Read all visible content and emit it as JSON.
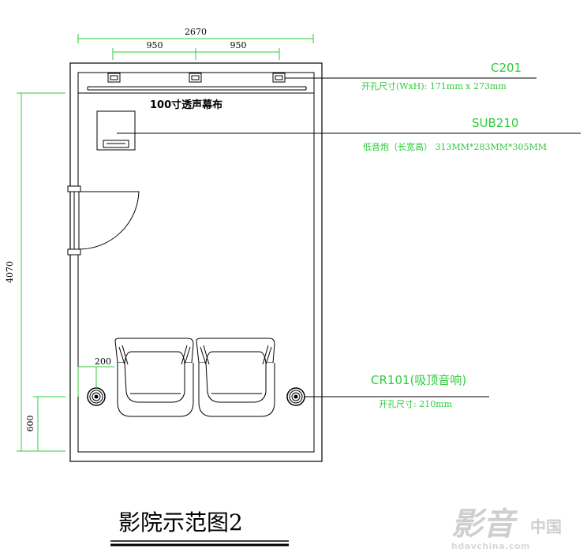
{
  "dimensions": {
    "total_width": "2670",
    "left_spacing": "950",
    "right_spacing": "950",
    "room_length": "4070",
    "rear_offset": "600",
    "wall_offset": "200"
  },
  "labels": {
    "screen": "100寸透声幕布",
    "c201_name": "C201",
    "c201_spec": "开孔尺寸(WxH): 171mm x 273mm",
    "sub210_name": "SUB210",
    "sub210_spec": "低音炮（长宽高） 313MM*283MM*305MM",
    "cr101_name": "CR101(吸顶音响)",
    "cr101_spec": "开孔尺寸: 210mm"
  },
  "title": "影院示范图2",
  "watermark": {
    "logo_text": "影音",
    "cn_text": "中国",
    "url": "hdavchina.com"
  },
  "colors": {
    "annotation_green": "#2ecc3c",
    "line": "#000000"
  }
}
